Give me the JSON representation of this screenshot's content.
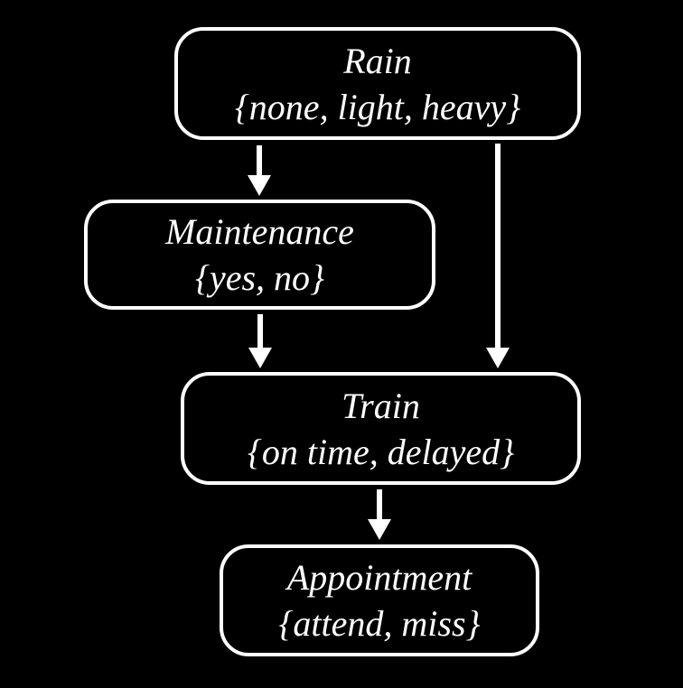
{
  "colors": {
    "background": "#000000",
    "node_border": "#ffffff",
    "text": "#ffffff",
    "arrow": "#ffffff"
  },
  "nodes": [
    {
      "id": "rain",
      "label": "Rain",
      "values": "{none, light, heavy}"
    },
    {
      "id": "maintenance",
      "label": "Maintenance",
      "values": "{yes, no}"
    },
    {
      "id": "train",
      "label": "Train",
      "values": "{on time, delayed}"
    },
    {
      "id": "appointment",
      "label": "Appointment",
      "values": "{attend, miss}"
    }
  ],
  "edges": [
    {
      "from": "rain",
      "to": "maintenance"
    },
    {
      "from": "rain",
      "to": "train"
    },
    {
      "from": "maintenance",
      "to": "train"
    },
    {
      "from": "train",
      "to": "appointment"
    }
  ]
}
